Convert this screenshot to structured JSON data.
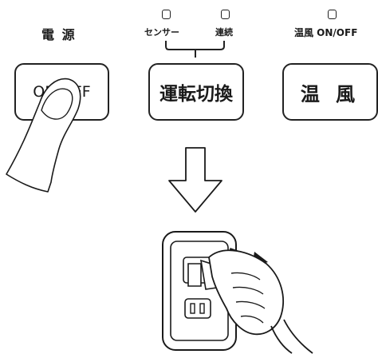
{
  "power": {
    "label": "電 源",
    "button_label": "ON/OFF"
  },
  "mode": {
    "lamp_left_label": "センサー",
    "lamp_right_label": "連続",
    "button_label": "運転切換"
  },
  "heat": {
    "lamp_label": "温風 ON/OFF",
    "button_label": "温 風"
  },
  "icons": [
    "finger-pressing-icon",
    "down-arrow-icon",
    "wall-outlet-icon",
    "unplug-hand-icon"
  ]
}
